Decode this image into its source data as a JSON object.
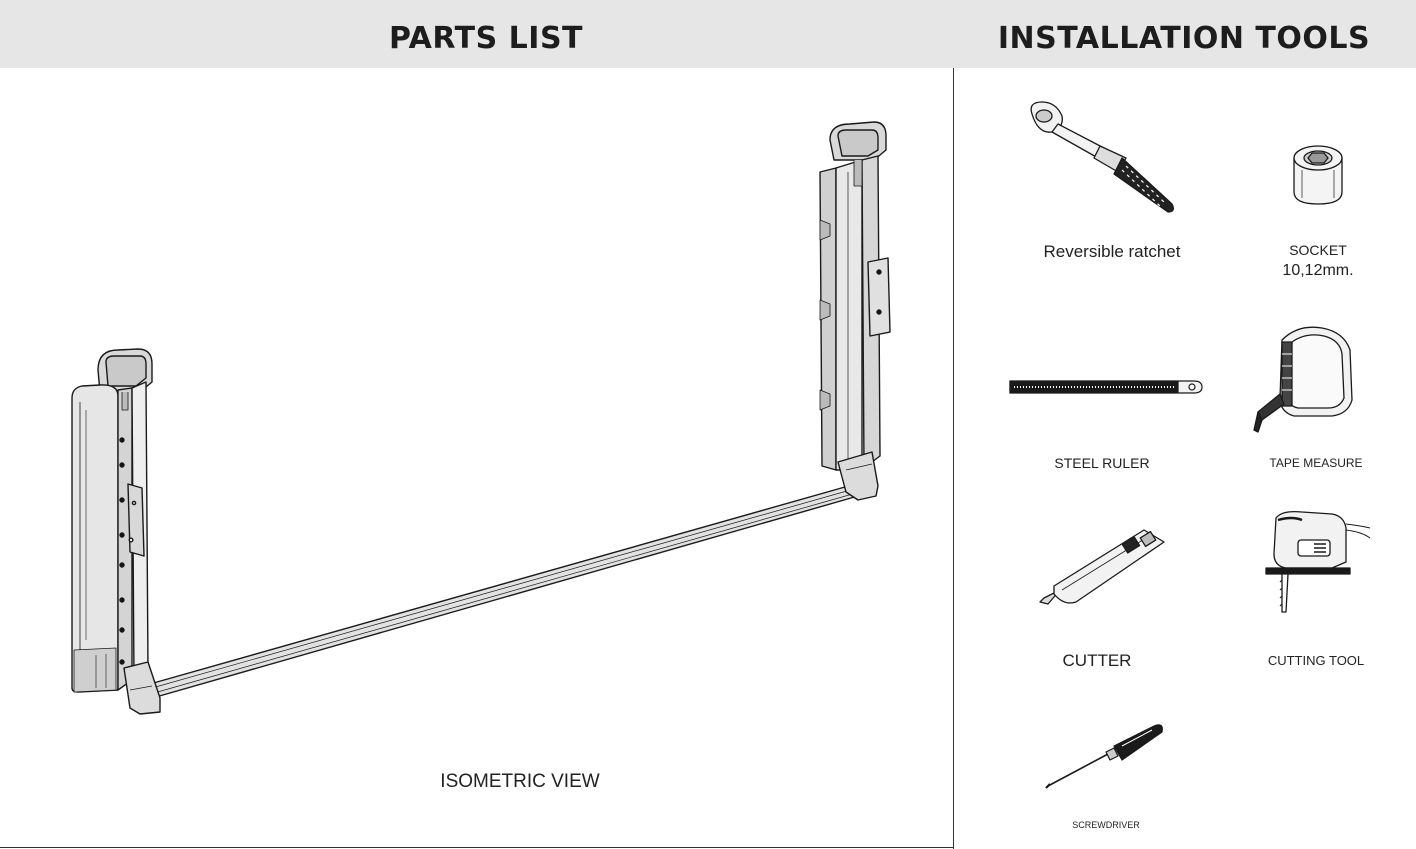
{
  "header": {
    "parts_title": "PARTS LIST",
    "tools_title": "INSTALLATION TOOLS"
  },
  "parts": {
    "view_label": "ISOMETRIC VIEW"
  },
  "tools": [
    {
      "id": "ratchet",
      "label": "Reversible ratchet",
      "icon": "ratchet-icon"
    },
    {
      "id": "socket",
      "label": "SOCKET",
      "sublabel": "10,12mm.",
      "icon": "socket-icon"
    },
    {
      "id": "ruler",
      "label": "STEEL RULER",
      "icon": "steel-ruler-icon"
    },
    {
      "id": "tape",
      "label": "TAPE MEASURE",
      "icon": "tape-measure-icon"
    },
    {
      "id": "cutter",
      "label": "CUTTER",
      "icon": "cutter-icon"
    },
    {
      "id": "jigsaw",
      "label": "CUTTING TOOL",
      "icon": "jigsaw-icon"
    },
    {
      "id": "screwdriver",
      "label": "SCREWDRIVER",
      "icon": "screwdriver-icon"
    }
  ]
}
